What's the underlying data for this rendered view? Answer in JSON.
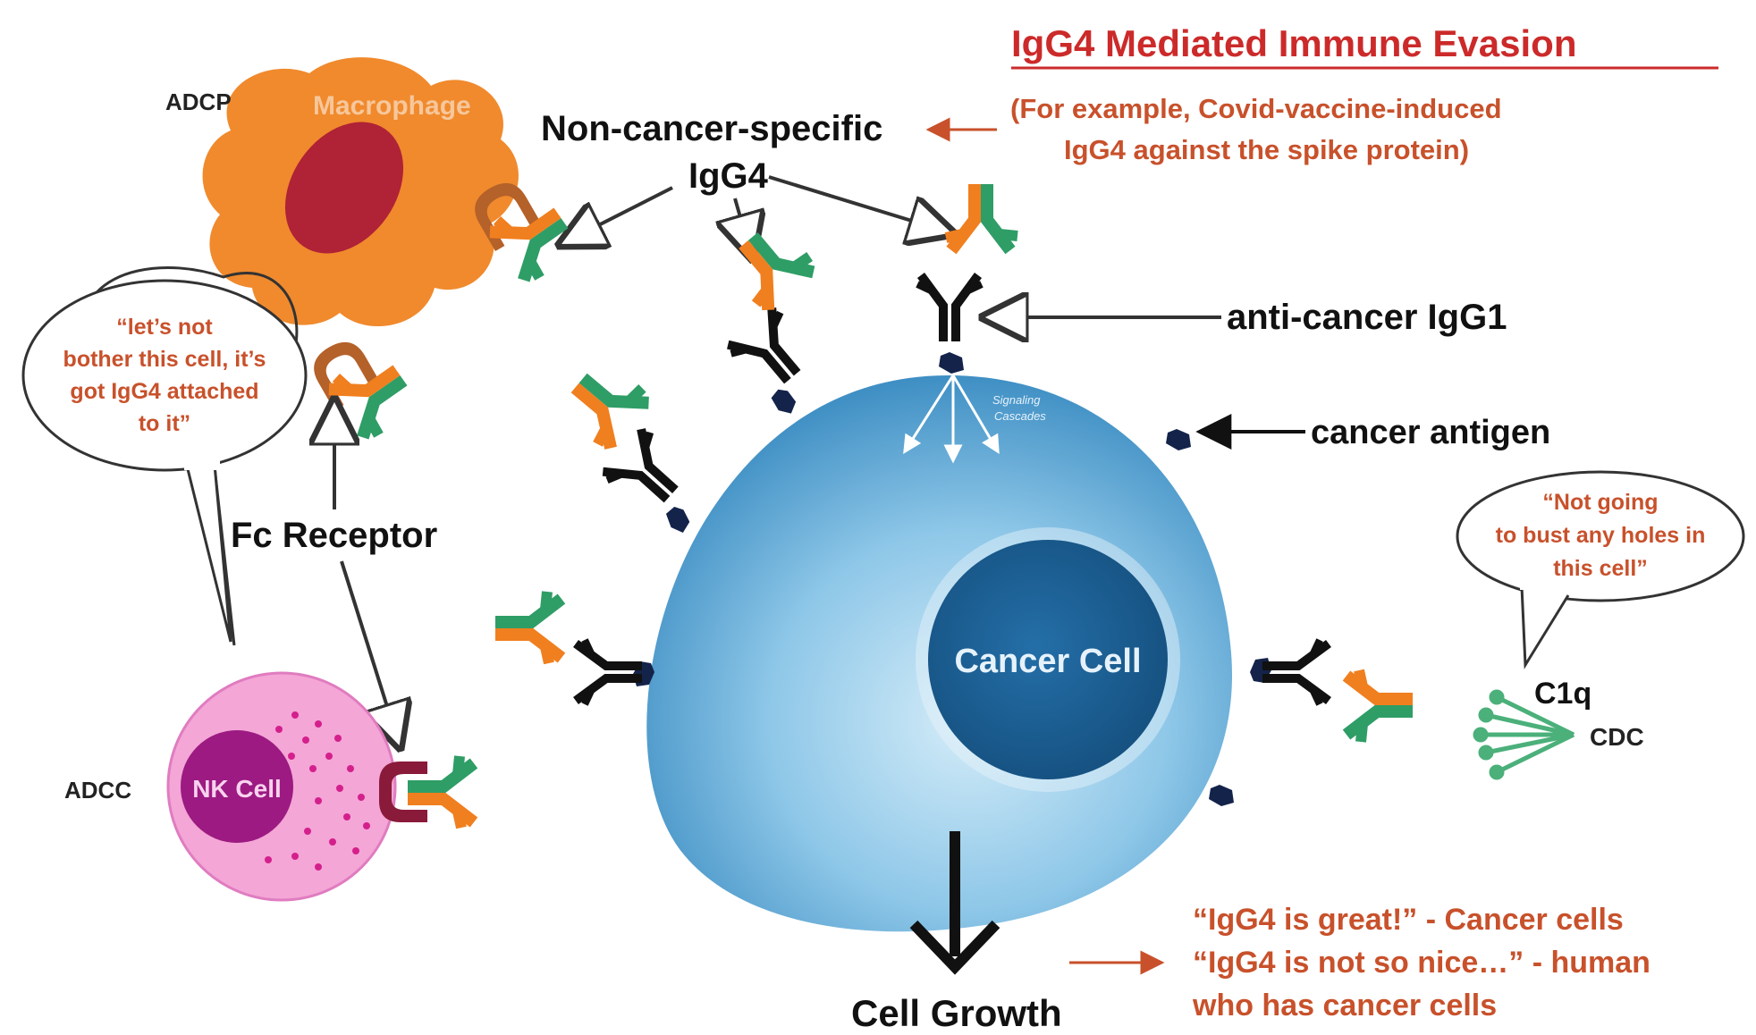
{
  "title": "IgG4 Mediated Immune Evasion",
  "example_note": [
    "(For example, Covid-vaccine-induced",
    "IgG4 against the spike protein)"
  ],
  "labels": {
    "non_cancer_specific": [
      "Non-cancer-specific",
      "IgG4"
    ],
    "anti_cancer_igg1": "anti-cancer IgG1",
    "cancer_antigen": "cancer antigen",
    "fc_receptor": "Fc Receptor",
    "cancer_cell": "Cancer Cell",
    "cell_growth": "Cell Growth",
    "signaling": [
      "Signaling",
      "Cascades"
    ],
    "adcp": "ADCP",
    "macrophage": "Macrophage",
    "adcc": "ADCC",
    "nk_cell": "NK Cell",
    "c1q": "C1q",
    "cdc": "CDC"
  },
  "bubbles": {
    "left": [
      "“let’s not",
      "bother this cell, it’s",
      "got IgG4 attached",
      "to it”"
    ],
    "right": [
      "“Not going",
      "to bust any holes in",
      "this cell”"
    ]
  },
  "quotes": [
    "“IgG4 is great!” - Cancer cells",
    "“IgG4 is not so nice…” - human",
    "who has cancer cells"
  ],
  "colors": {
    "accent": "#c8512b",
    "title": "#cc2a2a",
    "macrophage": "#f08a2d",
    "nucleus_macrophage": "#b02236",
    "nk_outer": "#f4a6d6",
    "nk_inner": "#9c1a82",
    "cell_body": "#5fa8d6",
    "cell_nucleus": "#1b5f92",
    "igg4_green": "#2f9d66",
    "igg4_orange": "#f07f1f",
    "igg1_black": "#111111",
    "antigen": "#14234a"
  }
}
